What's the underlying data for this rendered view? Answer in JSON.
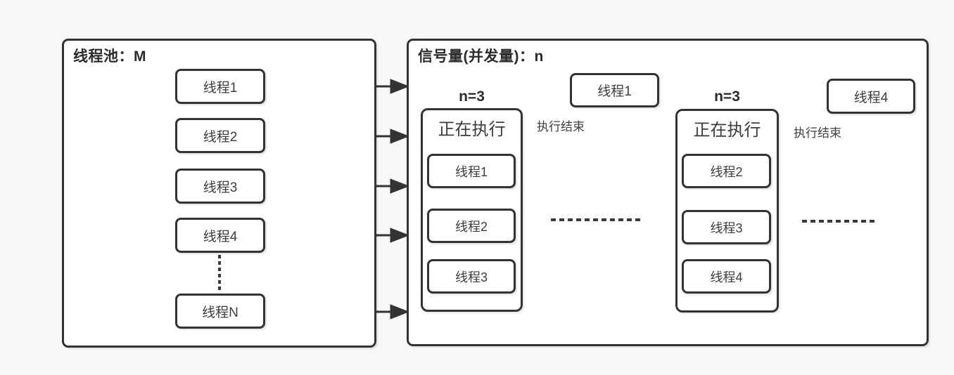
{
  "colors": {
    "background": "#f8f8f8",
    "stroke": "#333333",
    "text": "#3d3d3d",
    "title_text": "#2b2b2b",
    "box_fill": "#ffffff"
  },
  "thread_pool": {
    "title": "线程池：M",
    "threads": [
      {
        "label": "线程1"
      },
      {
        "label": "线程2"
      },
      {
        "label": "线程3"
      },
      {
        "label": "线程4"
      },
      {
        "label": "线程N"
      }
    ]
  },
  "semaphore": {
    "title": "信号量(并发量)：n",
    "groups": [
      {
        "n_label": "n=3",
        "running_label": "正在执行",
        "running_threads": [
          "线程1",
          "线程2",
          "线程3"
        ],
        "finished_thread": "线程1",
        "finish_label": "执行结束"
      },
      {
        "n_label": "n=3",
        "running_label": "正在执行",
        "running_threads": [
          "线程2",
          "线程3",
          "线程4"
        ],
        "finished_thread": "线程4",
        "finish_label": "执行结束"
      }
    ]
  }
}
